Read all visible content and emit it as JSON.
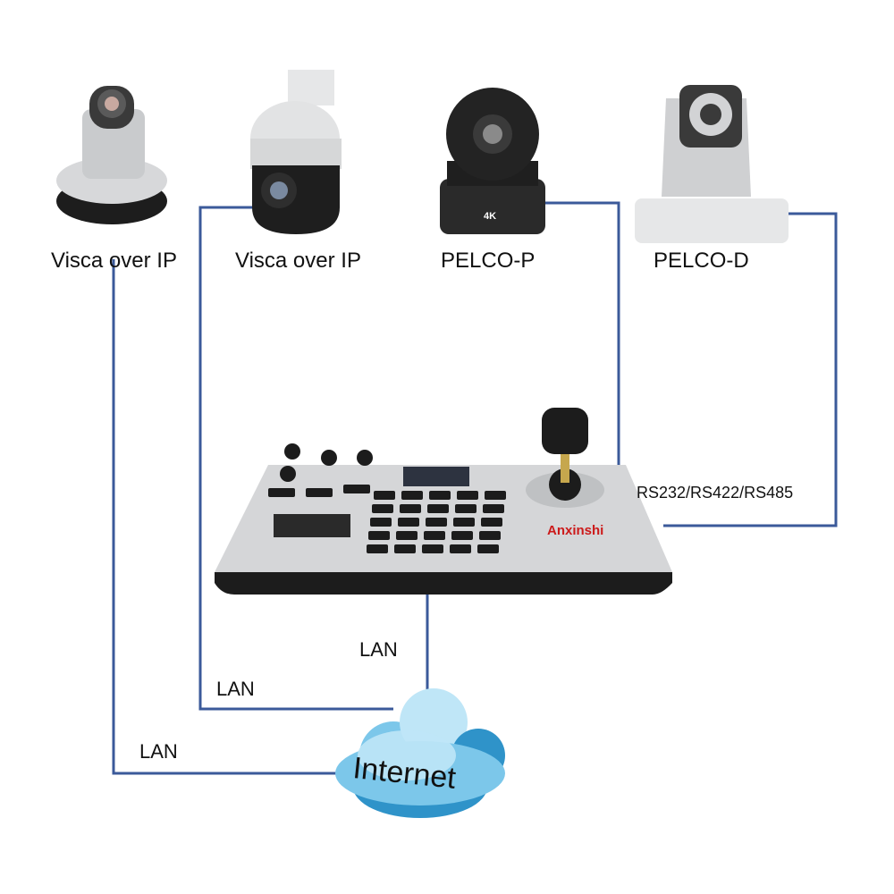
{
  "colors": {
    "wire": "#3b5a9a",
    "cloud_light": "#bfe6f7",
    "cloud_mid": "#7cc7ea",
    "cloud_dark": "#2f93c9",
    "brand_red": "#cc1a1a",
    "panel_silver": "#c9cbcd",
    "panel_dark": "#1c1c1c"
  },
  "cameras": [
    {
      "label": "Visca over IP",
      "icon": "ptz-conference-camera-icon"
    },
    {
      "label": "Visca over IP",
      "icon": "speed-dome-camera-icon"
    },
    {
      "label": "PELCO-P",
      "icon": "black-4k-ptz-camera-icon",
      "badge": "4K"
    },
    {
      "label": "PELCO-D",
      "icon": "white-ptz-camera-icon"
    }
  ],
  "connections": {
    "lan_1": "LAN",
    "lan_2": "LAN",
    "lan_3": "LAN",
    "serial": "RS232/RS422/RS485"
  },
  "controller": {
    "brand": "Anxinshi",
    "icon": "ptz-keyboard-controller-icon"
  },
  "cloud": {
    "label": "Internet",
    "icon": "cloud-icon"
  }
}
